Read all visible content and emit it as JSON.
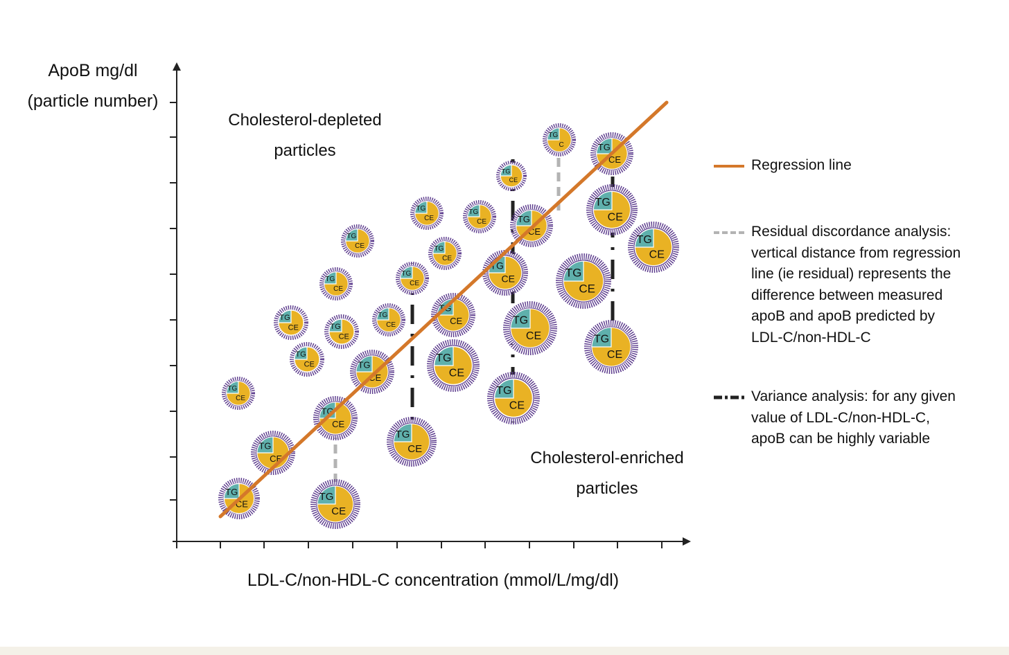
{
  "axes": {
    "y_title_line1": "ApoB mg/dl",
    "y_title_line2": "(particle number)",
    "x_title": "LDL-C/non-HDL-C concentration (mmol/L/mg/dl)"
  },
  "regions": {
    "depleted_line1": "Cholesterol-depleted",
    "depleted_line2": "particles",
    "enriched_line1": "Cholesterol-enriched",
    "enriched_line2": "particles"
  },
  "particle_labels": {
    "tg": "TG",
    "ce": "CE",
    "c": "C"
  },
  "legend": {
    "regression": "Regression line",
    "residual_lines": [
      "Residual discordance analysis:",
      "vertical distance from regression",
      "line (ie residual) represents the",
      "difference between measured",
      "apoB and apoB predicted by",
      "LDL-C/non-HDL-C"
    ],
    "variance_lines": [
      "Variance analysis: for any given",
      "value of LDL-C/non-HDL-C,",
      "apoB can be highly variable"
    ]
  },
  "colors": {
    "regression": "#d4782a",
    "residual": "#b3b3b3",
    "variance": "#222222",
    "shell": "#5b3a8c",
    "tg": "#5fb0ac",
    "ce": "#e9b224",
    "axis": "#222222"
  }
}
